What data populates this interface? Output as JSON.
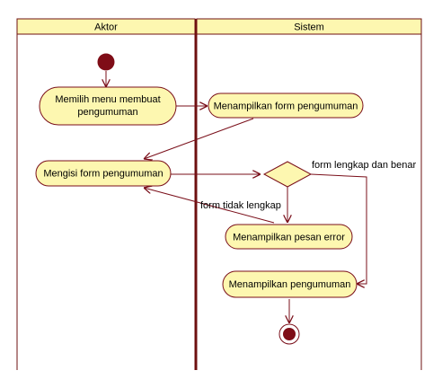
{
  "lanes": [
    {
      "id": "aktor",
      "title": "Aktor"
    },
    {
      "id": "sistem",
      "title": "Sistem"
    }
  ],
  "nodes": {
    "a1": {
      "lines": [
        "Memilih menu membuat",
        "pengumuman"
      ]
    },
    "a2": {
      "lines": [
        "Menampilkan form pengumuman"
      ]
    },
    "a3": {
      "lines": [
        "Mengisi form pengumuman"
      ]
    },
    "a4": {
      "lines": [
        "Menampilkan pesan error"
      ]
    },
    "a5": {
      "lines": [
        "Menampilkan pengumuman"
      ]
    }
  },
  "guards": {
    "valid": "form lengkap dan benar",
    "invalid": "form tidak lengkap"
  },
  "colors": {
    "lane_header": "#fdf7b0",
    "activity_fill": "#fdf7b0",
    "line": "#7a0f1a",
    "node_dark": "#7f0d17",
    "lane_border": "#6e1010"
  }
}
